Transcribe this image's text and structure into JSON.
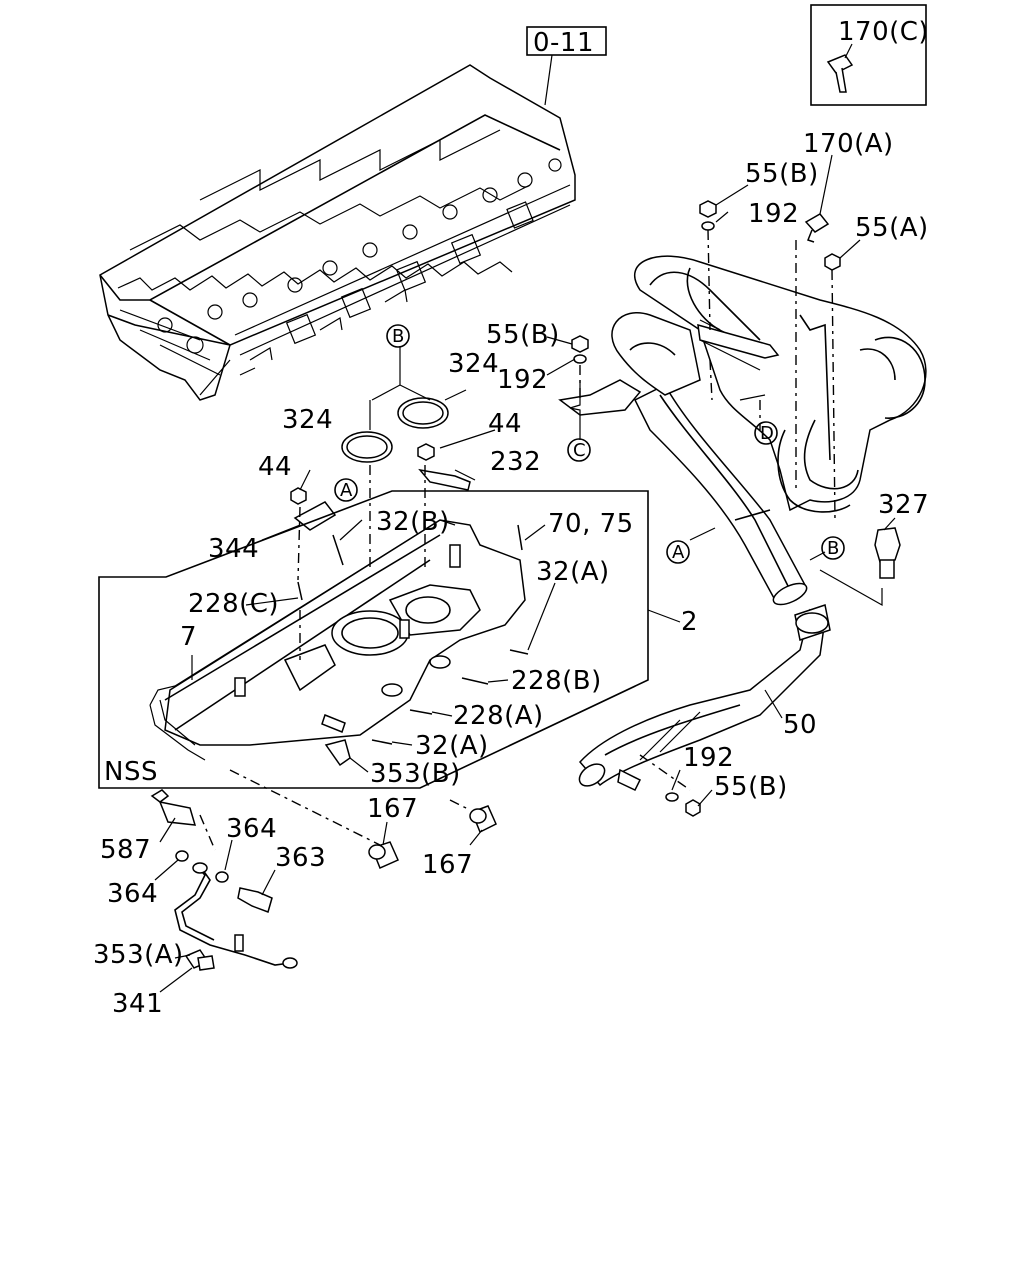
{
  "labels": {
    "ref_0_11": "0-11",
    "p170c": "170(C)",
    "p170a": "170(A)",
    "p55b_top": "55(B)",
    "p192_top": "192",
    "p55a": "55(A)",
    "p55b_mid": "55(B)",
    "p192_mid": "192",
    "p324_r": "324",
    "p324_l": "324",
    "p44_r": "44",
    "p232": "232",
    "p44_l": "44",
    "p344": "344",
    "p32b": "32(B)",
    "p70_75": "70, 75",
    "p32a_r": "32(A)",
    "p228c": "228(C)",
    "p7": "7",
    "p2": "2",
    "p228b": "228(B)",
    "p228a": "228(A)",
    "p32a_l": "32(A)",
    "p353b": "353(B)",
    "nss": "NSS",
    "p327": "327",
    "p50": "50",
    "p192_bot": "192",
    "p55b_bot": "55(B)",
    "p167_a": "167",
    "p167_b": "167",
    "p587": "587",
    "p364_a": "364",
    "p364_b": "364",
    "p363": "363",
    "p353a": "353(A)",
    "p341": "341"
  },
  "markers": {
    "b1": "B",
    "a1": "A",
    "c1": "C",
    "d1": "D",
    "a2": "A",
    "b2": "B"
  }
}
